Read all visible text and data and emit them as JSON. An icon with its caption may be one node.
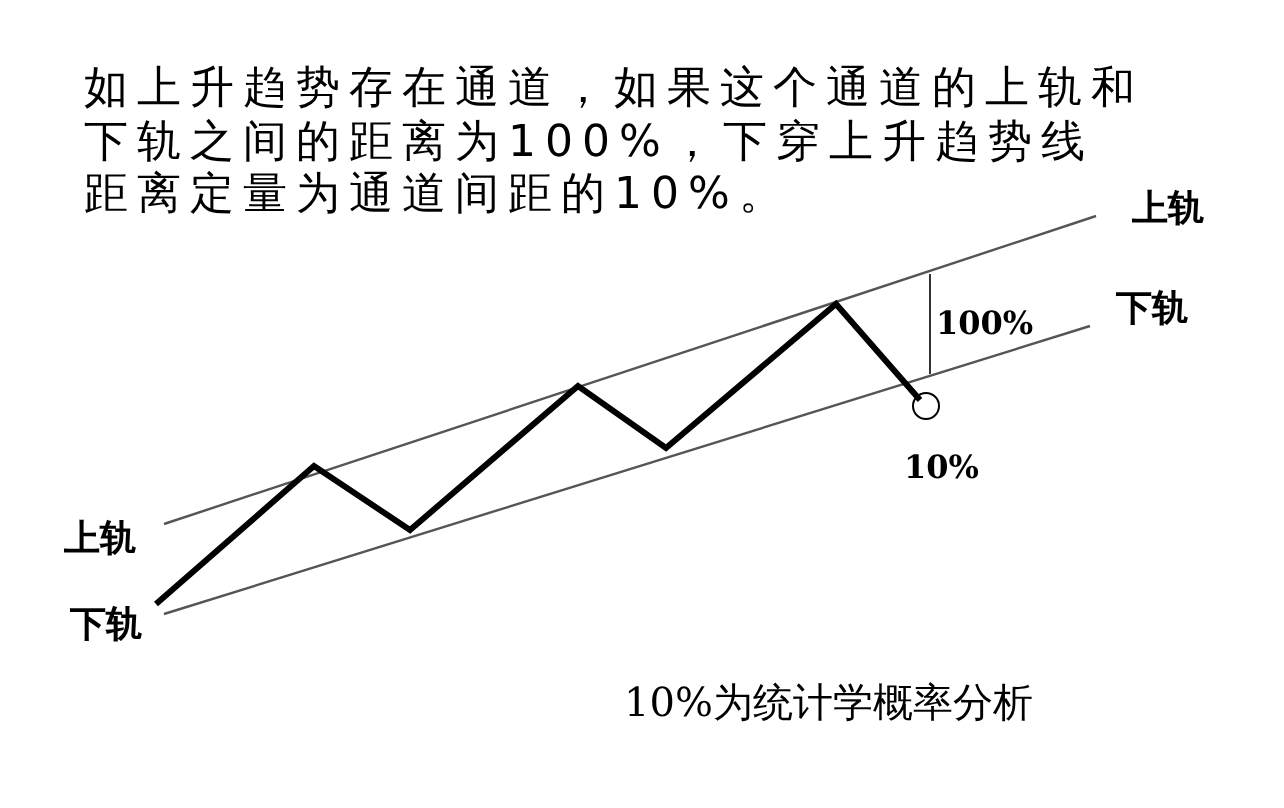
{
  "diagram": {
    "title": "如上升趋势存在通道，如果这个通道的上轨和下轨之间的距离为100%，下穿上升趋势线距离定量为通道间距的10%。",
    "caption": "10%为统计学概率分析",
    "labels": [
      "上轨",
      "下轨",
      "100%",
      "10%",
      "上轨",
      "下轨"
    ]
  }
}
